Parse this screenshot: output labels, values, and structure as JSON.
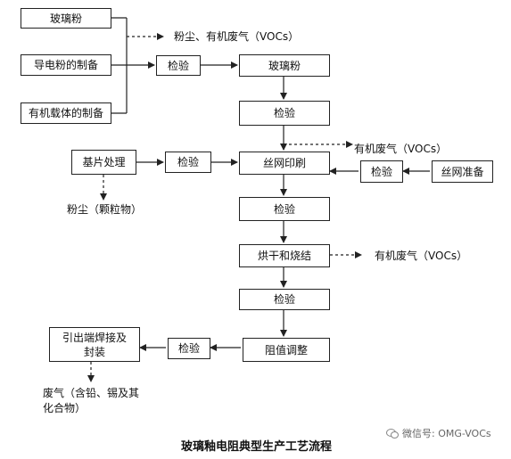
{
  "boxes": {
    "glass_powder_raw": "玻璃粉",
    "conductive_powder": "导电粉的制备",
    "organic_carrier": "有机载体的制备",
    "inspect_1": "检验",
    "glass_powder": "玻璃粉",
    "inspect_2": "检验",
    "substrate": "基片处理",
    "inspect_3": "检验",
    "screen_print": "丝网印刷",
    "inspect_4": "检验",
    "screen_prep": "丝网准备",
    "inspect_5": "检验",
    "dry_sinter": "烘干和烧结",
    "inspect_6": "检验",
    "trim": "阻值调整",
    "inspect_7": "检验",
    "lead_weld": "引出端焊接及封装"
  },
  "emissions": {
    "dust_voc": "粉尘、有机废气（VOCs）",
    "voc_print": "有机废气（VOCs）",
    "dust_particles": "粉尘（颗粒物）",
    "voc_sinter": "有机废气（VOCs）",
    "exhaust_weld": "废气（含铅、锡及其化合物）"
  },
  "caption": "玻璃釉电阻典型生产工艺流程",
  "watermark": "微信号: OMG-VOCs"
}
